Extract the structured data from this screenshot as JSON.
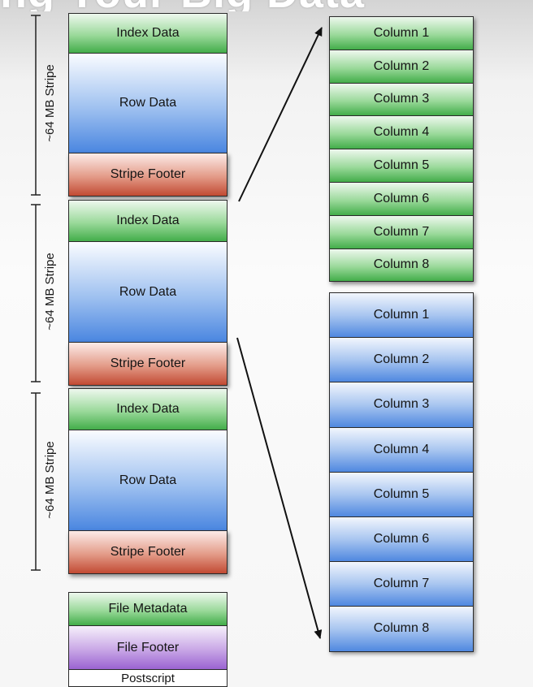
{
  "title_fragment": "ng Your Big Data",
  "stripe_label": "~64 MB Stripe",
  "stripes": [
    {
      "index": "Index Data",
      "row": "Row Data",
      "footer": "Stripe Footer"
    },
    {
      "index": "Index Data",
      "row": "Row Data",
      "footer": "Stripe Footer"
    },
    {
      "index": "Index Data",
      "row": "Row Data",
      "footer": "Stripe Footer"
    }
  ],
  "file_tail": {
    "metadata": "File Metadata",
    "footer": "File Footer",
    "postscript": "Postscript"
  },
  "index_columns": [
    "Column 1",
    "Column 2",
    "Column 3",
    "Column 4",
    "Column 5",
    "Column 6",
    "Column 7",
    "Column 8"
  ],
  "row_columns": [
    "Column 1",
    "Column 2",
    "Column 3",
    "Column 4",
    "Column 5",
    "Column 6",
    "Column 7",
    "Column 8"
  ],
  "colors": {
    "index_data": "#43ad4a",
    "row_data": "#4a86e0",
    "stripe_footer": "#c24a33",
    "file_footer": "#9a63d1"
  }
}
